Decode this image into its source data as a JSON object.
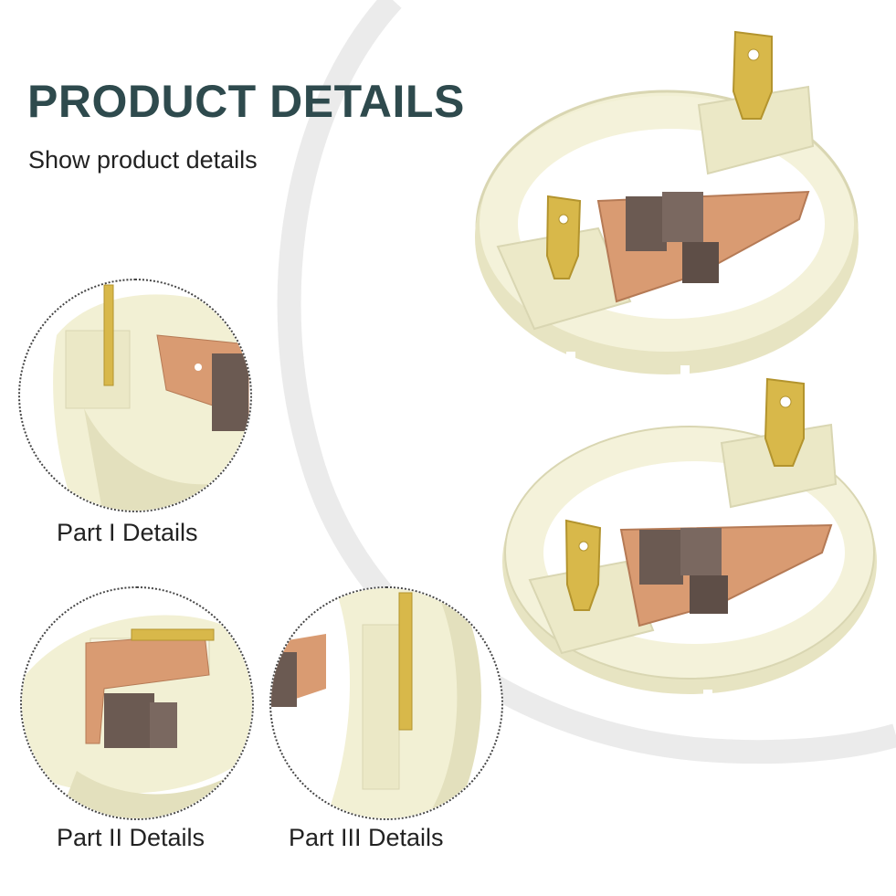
{
  "header": {
    "title": "PRODUCT DETAILS",
    "subtitle": "Show product details"
  },
  "details": [
    {
      "label": "Part I Details"
    },
    {
      "label": "Part II Details"
    },
    {
      "label": "Part III Details"
    }
  ],
  "colors": {
    "title": "#2e4a4d",
    "text": "#222222",
    "plastic": "#f2f0d4",
    "plastic_shadow": "#d9d6b2",
    "copper": "#d99b72",
    "brass": "#d8b84a",
    "carbon": "#6b5a52",
    "arc": "#ebebeb"
  }
}
